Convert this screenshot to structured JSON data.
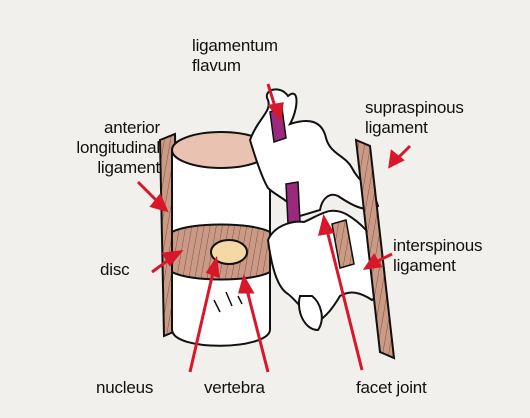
{
  "labels": {
    "ligamentum_flavum": [
      "ligamentum",
      "flavum"
    ],
    "supraspinous_ligament": [
      "supraspinous",
      "ligament"
    ],
    "anterior_longitudinal_ligament": [
      "anterior",
      "longitudinal",
      "ligament"
    ],
    "interspinous_ligament": [
      "interspinous",
      "ligament"
    ],
    "disc": "disc",
    "nucleus": "nucleus",
    "vertebra": "vertebra",
    "facet_joint": "facet joint"
  },
  "colors": {
    "background": "#f2f0ec",
    "ligament": "#c99a86",
    "ligament_dark": "#7a3a2a",
    "ligamentum_flavum": "#9b2a7f",
    "bone": "#ffffff",
    "nucleus": "#f4d9a6",
    "pointer": "#d8182a",
    "outline": "#111111"
  }
}
